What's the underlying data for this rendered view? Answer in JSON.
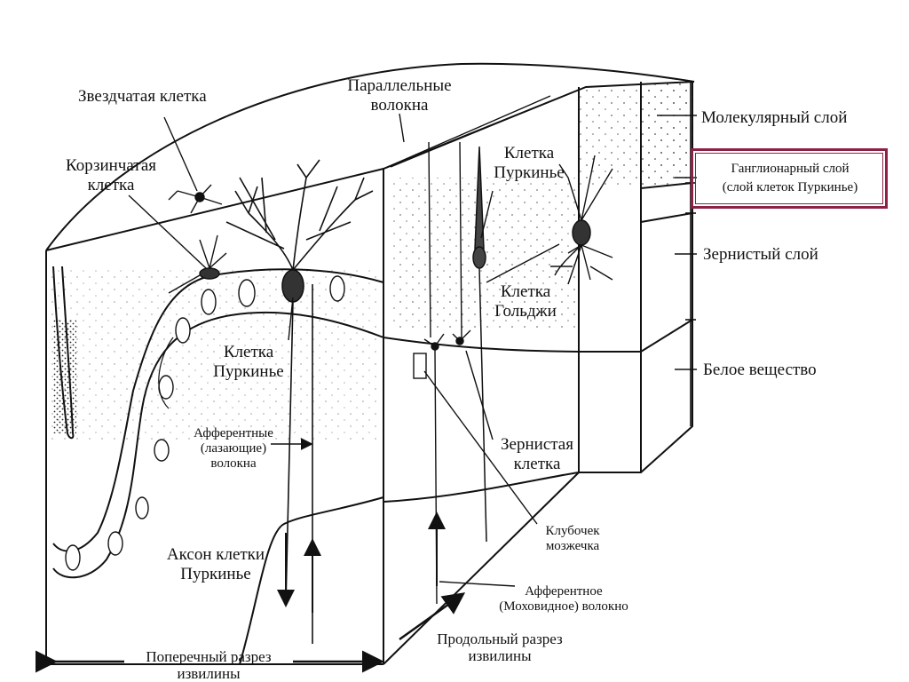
{
  "labels": {
    "stellate": "Звездчатая клетка",
    "parallel": [
      "Параллельные",
      "волокна"
    ],
    "basket": [
      "Корзинчатая",
      "клетка"
    ],
    "purkinje_top": [
      "Клетка",
      "Пуркинье"
    ],
    "purkinje_left": [
      "Клетка",
      "Пуркинье"
    ],
    "golgi": [
      "Клетка",
      "Гольджи"
    ],
    "afferent_climbing": [
      "Афферентные",
      "(лазающие)",
      "волокна"
    ],
    "granule": [
      "Зернистая",
      "клетка"
    ],
    "glomerulus": [
      "Клубочек",
      "мозжечка"
    ],
    "axon": [
      "Аксон клетки",
      "Пуркинье"
    ],
    "mossy": [
      "Афферентное",
      "(Моховидное) волокно"
    ],
    "longitudinal": [
      "Продольный разрез",
      "извилины"
    ],
    "transverse": [
      "Поперечный разрез",
      "извилины"
    ]
  },
  "layers": {
    "molecular": "Молекулярный слой",
    "ganglionic": [
      "Ганглионарный слой",
      "(слой клеток Пуркинье)"
    ],
    "granular": "Зернистый слой",
    "white": "Белое вещество"
  },
  "colors": {
    "highlight": "#8c2243",
    "ink": "#111111",
    "paper": "#ffffff"
  }
}
